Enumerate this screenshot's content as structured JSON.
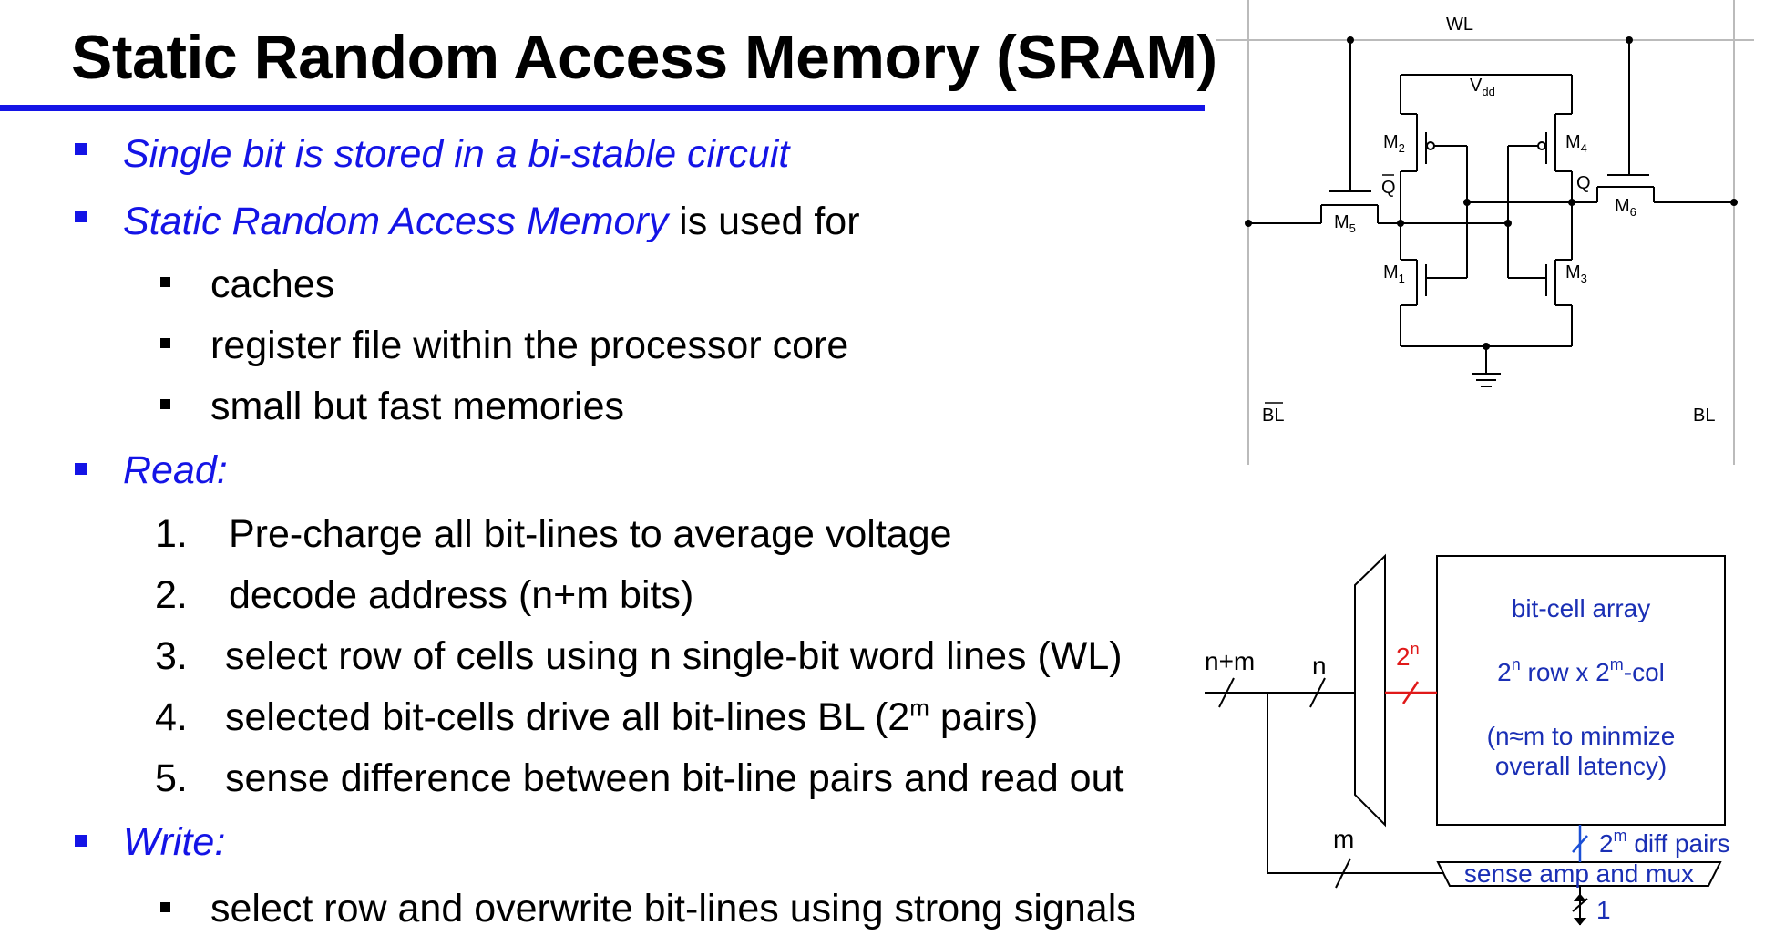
{
  "title": "Static Random Access Memory (SRAM)",
  "bullets": {
    "b1": "Single bit is stored in a bi-stable circuit",
    "b2_em": "Static Random Access Memory",
    "b2_rest": " is used for",
    "uses": [
      "caches",
      "register file within the processor core",
      "small but fast memories"
    ],
    "read_label": "Read:",
    "read_steps": [
      {
        "num": "1.",
        "text": "Pre-charge all bit-lines to average voltage"
      },
      {
        "num": "2.",
        "text": "decode address (n+m bits)"
      },
      {
        "num": "3.",
        "text": "select row of cells using n single-bit word lines (WL)"
      },
      {
        "num": "4.",
        "text_before": "selected bit-cells drive all bit-lines BL (2",
        "sup": "m",
        "text_after": " pairs)"
      },
      {
        "num": "5.",
        "text": "sense difference between bit-line pairs and read out"
      }
    ],
    "write_label": "Write:",
    "write_items": [
      "select row and overwrite bit-lines using strong signals"
    ]
  },
  "cell_diagram": {
    "wl": "WL",
    "vdd": "V",
    "vdd_sub": "dd",
    "m2": "M",
    "m2_sub": "2",
    "m4": "M",
    "m4_sub": "4",
    "m1": "M",
    "m1_sub": "1",
    "m3": "M",
    "m3_sub": "3",
    "m5": "M",
    "m5_sub": "5",
    "m6": "M",
    "m6_sub": "6",
    "qbar": "Q",
    "q": "Q",
    "blbar": "BL",
    "bl": "BL"
  },
  "array_diagram": {
    "nm": "n+m",
    "n": "n",
    "two_n": "2",
    "two_n_sup": "n",
    "m": "m",
    "array_title": "bit-cell array",
    "array_dims_a": "2",
    "array_dims_sup1": "n",
    "array_dims_b": " row x 2",
    "array_dims_sup2": "m",
    "array_dims_c": "-col",
    "array_note1": "(n≈m to minmize",
    "array_note2": "overall latency)",
    "diff_a": "2",
    "diff_sup": "m",
    "diff_b": " diff pairs",
    "sense": "sense amp and mux",
    "one": "1"
  }
}
